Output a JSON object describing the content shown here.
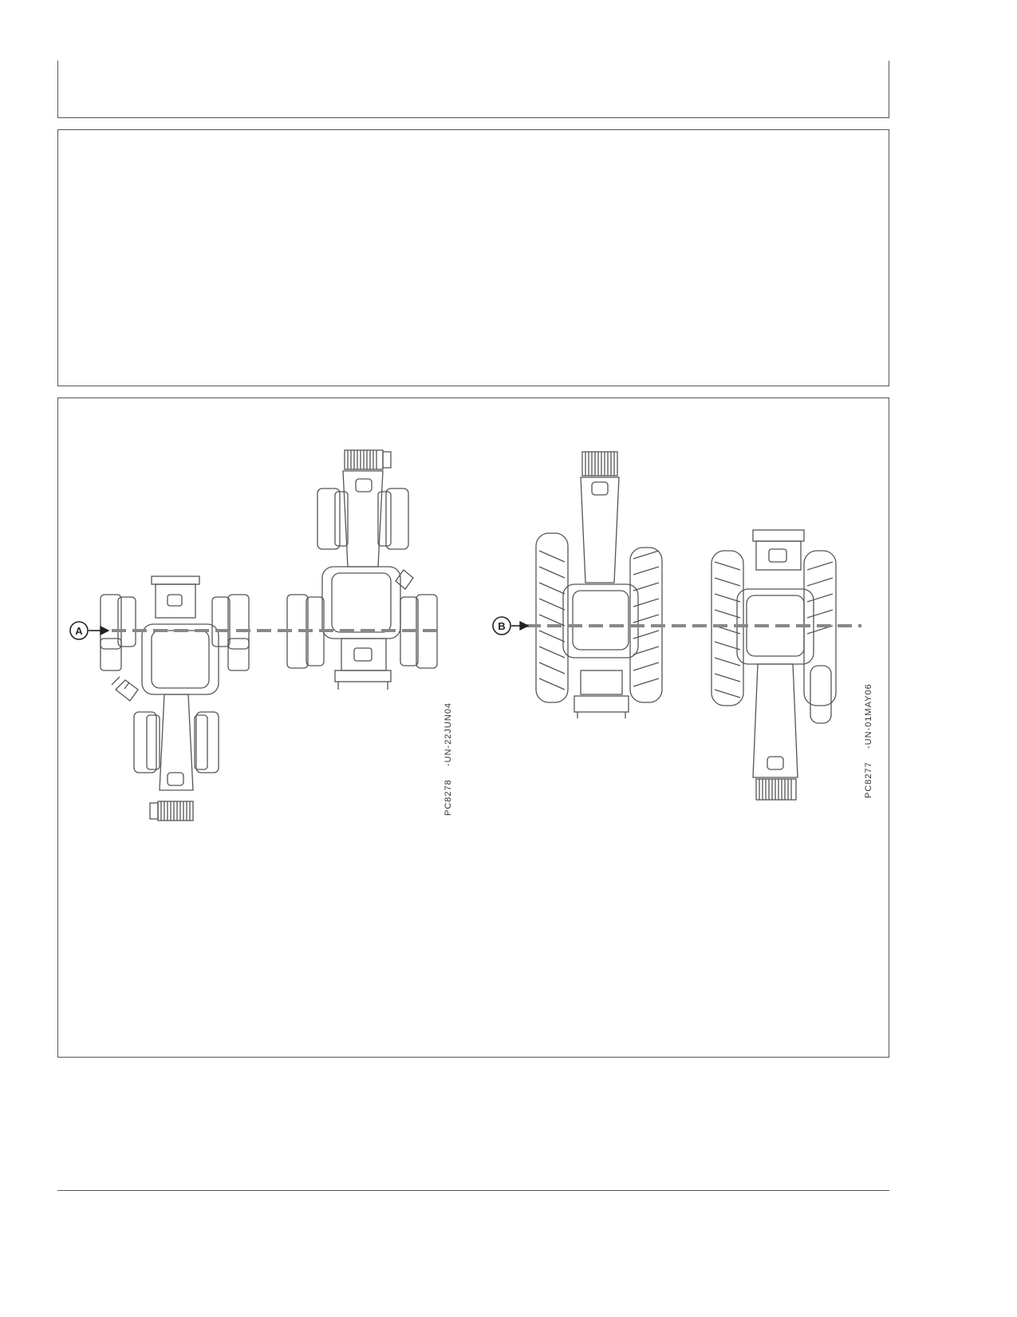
{
  "figure": {
    "callouts": {
      "a": "A",
      "b": "B"
    },
    "image_codes": {
      "left": "PC8278    -UN-22JUN04",
      "right": "PC8277    -UN-01MAY06"
    }
  },
  "colors": {
    "line": "#555555",
    "dash": "#888888"
  }
}
